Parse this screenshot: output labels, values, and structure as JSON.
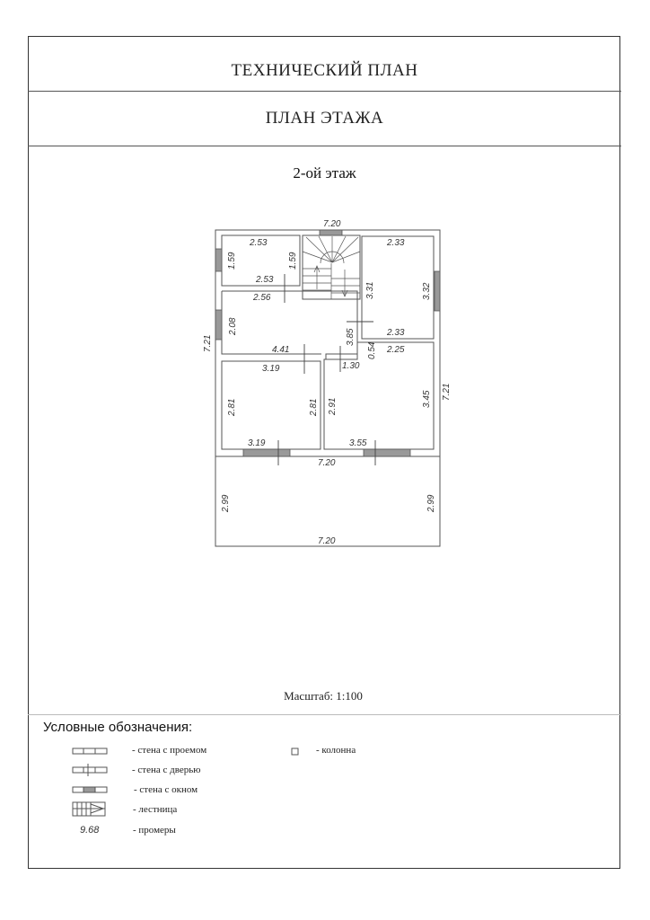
{
  "header": {
    "title": "ТЕХНИЧЕСКИЙ ПЛАН",
    "subtitle": "ПЛАН ЭТАЖА"
  },
  "floor_label": "2-ой этаж",
  "plan": {
    "dims": {
      "top_total": "7.20",
      "left_total": "7.21",
      "right_total": "7.21",
      "r1_top": "2.53",
      "r1_left": "1.59",
      "r1_right": "1.59",
      "r1_bottom": "2.53",
      "hall_top": "2.56",
      "hall_left": "2.08",
      "hall_bottom": "4.41",
      "hall_right": "3.85",
      "r2_top": "2.33",
      "r2_left": "3.31",
      "r2_right": "3.32",
      "r2_bottom": "2.33",
      "r3_top": "3.19",
      "r3_left": "2.81",
      "r3_right": "2.81",
      "r3_bottom": "3.19",
      "r4_top": "2.25",
      "r4_notch_h": "0.54",
      "r4_notch_w": "1.30",
      "r4_left": "2.91",
      "r4_right": "3.45",
      "r4_bottom": "3.55",
      "mid_total": "7.20",
      "porch_left": "2.99",
      "porch_right": "2.99",
      "porch_bottom": "7.20"
    }
  },
  "scale": "Масштаб: 1:100",
  "legend": {
    "title": "Условные обозначения:",
    "items": [
      {
        "symbol": "wall-opening",
        "label": "- стена с проемом"
      },
      {
        "symbol": "wall-door",
        "label": "- стена с дверью"
      },
      {
        "symbol": "wall-window",
        "label": "- стена с окном"
      },
      {
        "symbol": "stairs",
        "label": "- лестница"
      },
      {
        "symbol": "dimension",
        "sample": "9.68",
        "label": "- промеры"
      },
      {
        "symbol": "column",
        "label": "- колонна"
      }
    ]
  }
}
